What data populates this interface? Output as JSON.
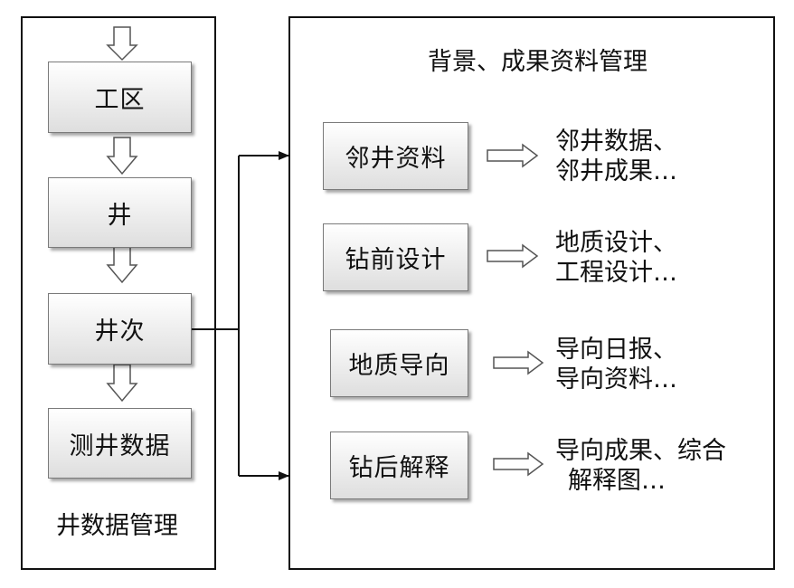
{
  "left_panel": {
    "title": "井数据管理",
    "steps": [
      {
        "label": "工区"
      },
      {
        "label": "井"
      },
      {
        "label": "井次"
      },
      {
        "label": "测井数据"
      }
    ]
  },
  "right_panel": {
    "title": "背景、成果资料管理",
    "items": [
      {
        "label": "邻井资料",
        "desc_line1": "邻井数据、",
        "desc_line2": "邻井成果…"
      },
      {
        "label": "钻前设计",
        "desc_line1": "地质设计、",
        "desc_line2": "工程设计…"
      },
      {
        "label": "地质导向",
        "desc_line1": "导向日报、",
        "desc_line2": "导向资料…"
      },
      {
        "label": "钻后解释",
        "desc_line1": "导向成果、综合",
        "desc_line2": "解释图…"
      }
    ]
  }
}
